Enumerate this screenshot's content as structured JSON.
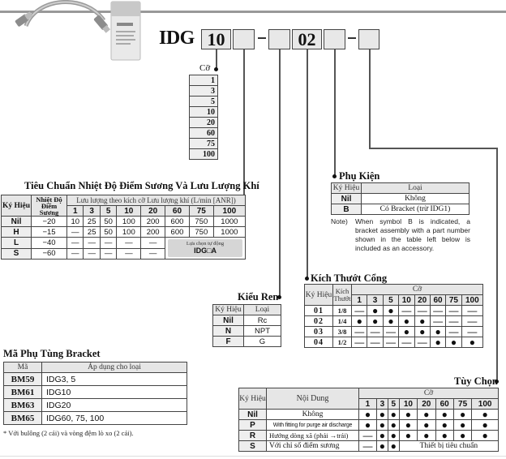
{
  "header": {
    "product_image": "dryer-with-hose-image",
    "model_prefix": "IDG",
    "code_boxes": [
      {
        "id": "size",
        "value": "10"
      },
      {
        "id": "dew_point",
        "value": ""
      },
      {
        "id": "thread",
        "value": ""
      },
      {
        "id": "port_size",
        "value": "02"
      },
      {
        "id": "accessory",
        "value": ""
      },
      {
        "id": "option",
        "value": ""
      }
    ],
    "separator": "-"
  },
  "size_list": {
    "title": "Cỡ",
    "items": [
      "1",
      "3",
      "5",
      "10",
      "20",
      "60",
      "75",
      "100"
    ]
  },
  "dew_point_table": {
    "title": "Tiêu Chuẩn Nhiệt Độ Điểm Sương Và Lưu Lượng Khí",
    "col_symbol": "Ký Hiệu",
    "col_dew": "Nhiệt Độ Điểm Sương",
    "col_flow": "Lưu lượng theo kích cỡ  Lưu lượng khí (L/min [ANR])",
    "sizes": [
      "1",
      "3",
      "5",
      "10",
      "20",
      "60",
      "75",
      "100"
    ],
    "rows": [
      {
        "symbol": "Nil",
        "dew": "−20",
        "values": [
          "10",
          "25",
          "50",
          "100",
          "200",
          "600",
          "750",
          "1000"
        ]
      },
      {
        "symbol": "H",
        "dew": "−15",
        "values": [
          "—",
          "25",
          "50",
          "100",
          "200",
          "600",
          "750",
          "1000"
        ]
      },
      {
        "symbol": "L",
        "dew": "−40",
        "values": [
          "—",
          "—",
          "—",
          "—",
          "—"
        ]
      },
      {
        "symbol": "S",
        "dew": "−60",
        "values": [
          "—",
          "—",
          "—",
          "—",
          "—"
        ]
      }
    ],
    "auto_drain_note_line1": "Lựa chọn tự động",
    "auto_drain_note_line2": "IDG□A"
  },
  "accessory_table": {
    "title": "Phụ Kiện",
    "col_symbol": "Ký Hiệu",
    "col_type": "Loại",
    "rows": [
      {
        "symbol": "Nil",
        "type": "Không"
      },
      {
        "symbol": "B",
        "type": "Có Bracket (trừ IDG1)"
      }
    ],
    "note_label": "Note)",
    "note_text": "When symbol B is indicated, a bracket assembly with a part number shown in the table left below is included as an accessory."
  },
  "thread_table": {
    "title": "Kiểu Ren",
    "col_symbol": "Ký Hiệu",
    "col_type": "Loại",
    "rows": [
      {
        "symbol": "Nil",
        "type": "Rc"
      },
      {
        "symbol": "N",
        "type": "NPT"
      },
      {
        "symbol": "F",
        "type": "G"
      }
    ]
  },
  "port_table": {
    "title": "Kích Thướt Cổng",
    "col_symbol": "Ký Hiệu",
    "col_size": "Kích Thướt",
    "col_model": "Cỡ",
    "sizes": [
      "1",
      "3",
      "5",
      "10",
      "20",
      "60",
      "75",
      "100"
    ],
    "rows": [
      {
        "symbol": "01",
        "port": "1/8",
        "marks": [
          "—",
          "●",
          "●",
          "—",
          "—",
          "—",
          "—",
          "—"
        ]
      },
      {
        "symbol": "02",
        "port": "1/4",
        "marks": [
          "●",
          "●",
          "●",
          "●",
          "●",
          "—",
          "—",
          "—"
        ]
      },
      {
        "symbol": "03",
        "port": "3/8",
        "marks": [
          "—",
          "—",
          "—",
          "●",
          "●",
          "●",
          "—",
          "—"
        ]
      },
      {
        "symbol": "04",
        "port": "1/2",
        "marks": [
          "—",
          "—",
          "—",
          "—",
          "—",
          "●",
          "●",
          "●"
        ]
      }
    ]
  },
  "bracket_table": {
    "title": "Mã Phụ Tùng Bracket",
    "col_code": "Mã",
    "col_apply": "Áp dụng cho loại",
    "rows": [
      {
        "code": "BM59",
        "apply": "IDG3, 5"
      },
      {
        "code": "BM61",
        "apply": "IDG10"
      },
      {
        "code": "BM63",
        "apply": "IDG20"
      },
      {
        "code": "BM65",
        "apply": "IDG60, 75, 100"
      }
    ],
    "footnote": "* Với bulông (2 cái) và vòng đệm lò xo (2 cái)."
  },
  "option_table": {
    "title": "Tùy Chọn",
    "col_symbol": "Ký Hiệu",
    "col_content": "Nội Dung",
    "col_model": "Cỡ",
    "sizes": [
      "1",
      "3",
      "5",
      "10",
      "20",
      "60",
      "75",
      "100"
    ],
    "rows": [
      {
        "symbol": "Nil",
        "content": "Không",
        "marks": [
          "●",
          "●",
          "●",
          "●",
          "●",
          "●",
          "●",
          "●"
        ]
      },
      {
        "symbol": "P",
        "content": "With fitting for purge air discharge",
        "marks": [
          "●",
          "●",
          "●",
          "●",
          "●",
          "●",
          "●",
          "●"
        ]
      },
      {
        "symbol": "R",
        "content": "Hướng dòng xã (phải →trái)",
        "marks": [
          "—",
          "●",
          "●",
          "●",
          "●",
          "●",
          "●",
          "●"
        ]
      },
      {
        "symbol": "S",
        "content": "Với chỉ số điểm sương",
        "marks": [
          "—",
          "●",
          "●"
        ],
        "standard_note": "Thiết bị tiêu chuẩn"
      }
    ]
  }
}
